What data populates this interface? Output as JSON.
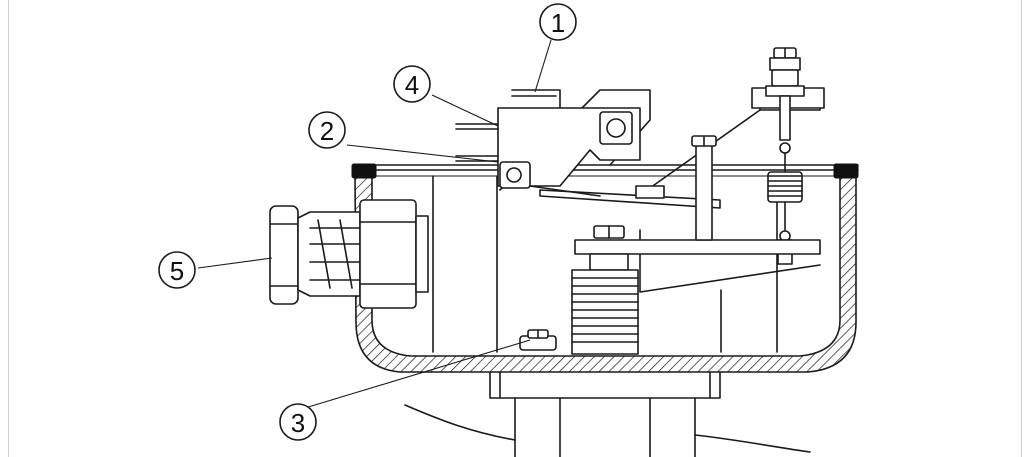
{
  "callouts": [
    {
      "id": "1",
      "label": "1"
    },
    {
      "id": "2",
      "label": "2"
    },
    {
      "id": "3",
      "label": "3"
    },
    {
      "id": "4",
      "label": "4"
    },
    {
      "id": "5",
      "label": "5"
    }
  ],
  "colors": {
    "line": "#1a1a1a",
    "fill": "#ffffff",
    "gasket": "#111111",
    "border": "#cfcfcf"
  }
}
